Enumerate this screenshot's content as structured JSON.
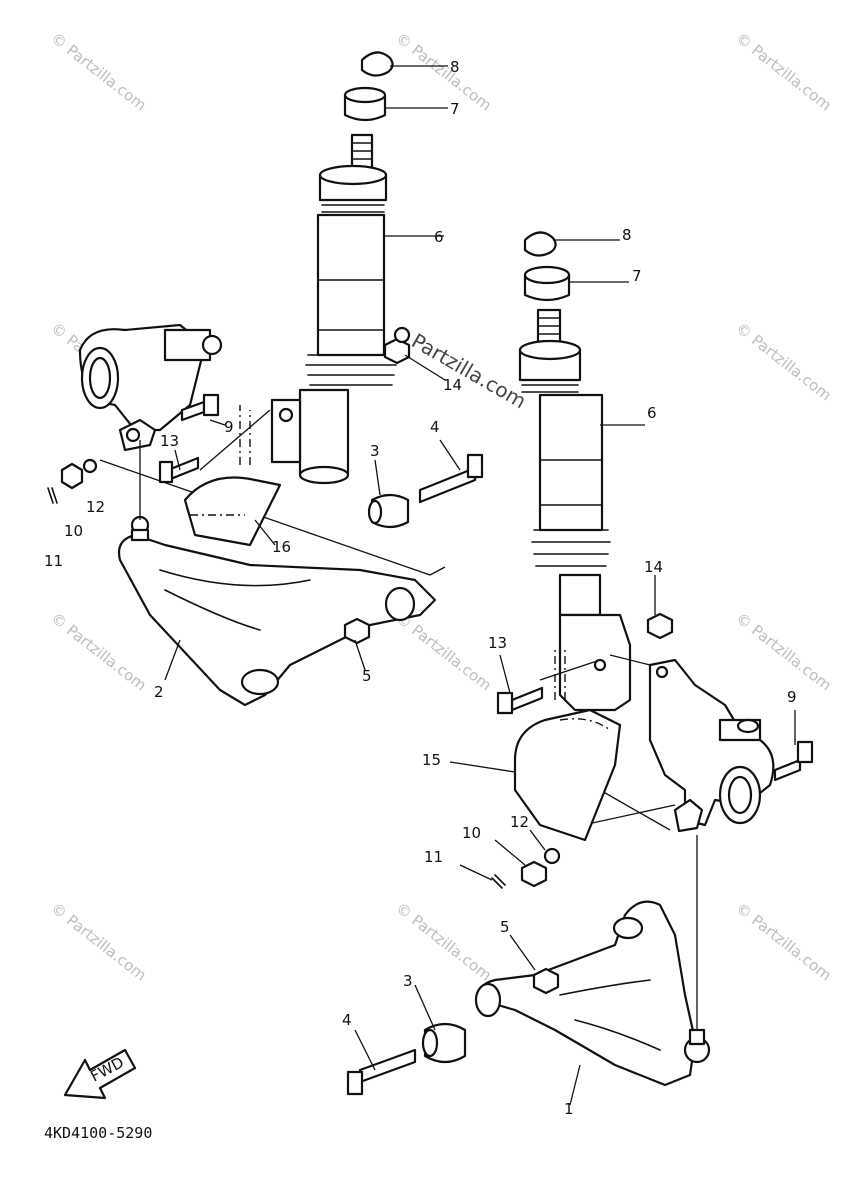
{
  "diagram": {
    "reference_code": "4KD4100-5290",
    "fwd_label": "FWD",
    "watermark": "© Partzilla.com",
    "watermark_inline": "Partzilla.com",
    "callouts": {
      "c1": "1",
      "c2": "2",
      "c3a": "3",
      "c3b": "3",
      "c4a": "4",
      "c4b": "4",
      "c5a": "5",
      "c5b": "5",
      "c6a": "6",
      "c6b": "6",
      "c7a": "7",
      "c7b": "7",
      "c8a": "8",
      "c8b": "8",
      "c9a": "9",
      "c9b": "9",
      "c10a": "10",
      "c10b": "10",
      "c11a": "11",
      "c11b": "11",
      "c12a": "12",
      "c12b": "12",
      "c13a": "13",
      "c13b": "13",
      "c14a": "14",
      "c14b": "14",
      "c15": "15",
      "c16": "16"
    }
  }
}
